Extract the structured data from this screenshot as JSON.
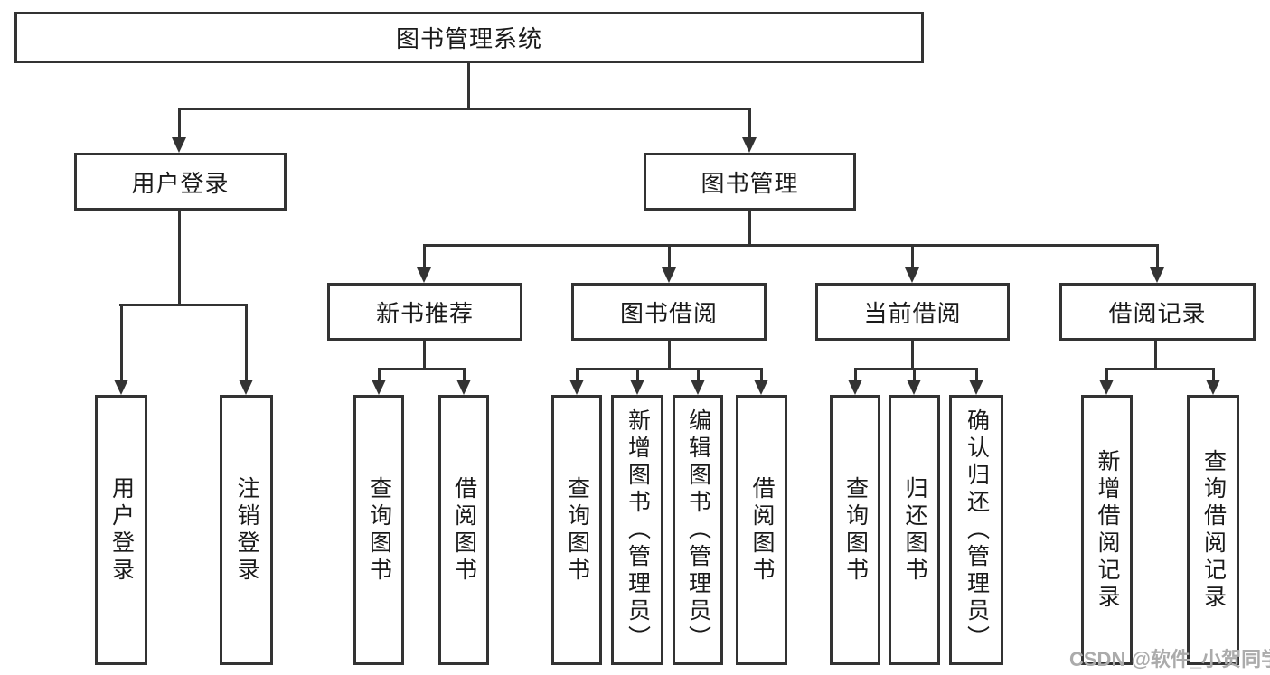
{
  "tree": {
    "root": {
      "label": "图书管理系统"
    },
    "level2": [
      {
        "label": "用户登录",
        "children": [
          {
            "label": "用户登录"
          },
          {
            "label": "注销登录"
          }
        ]
      },
      {
        "label": "图书管理",
        "children": [
          {
            "label": "新书推荐",
            "children": [
              {
                "label": "查询图书"
              },
              {
                "label": "借阅图书"
              }
            ]
          },
          {
            "label": "图书借阅",
            "children": [
              {
                "label": "查询图书"
              },
              {
                "label": "新增图书（管理员）"
              },
              {
                "label": "编辑图书（管理员）"
              },
              {
                "label": "借阅图书"
              }
            ]
          },
          {
            "label": "当前借阅",
            "children": [
              {
                "label": "查询图书"
              },
              {
                "label": "归还图书"
              },
              {
                "label": "确认归还（管理员）"
              }
            ]
          },
          {
            "label": "借阅记录",
            "children": [
              {
                "label": "新增借阅记录"
              },
              {
                "label": "查询借阅记录"
              }
            ]
          }
        ]
      }
    ]
  },
  "watermark": {
    "text": "CSDN @软件_小贺同学"
  },
  "colors": {
    "line": "#333333",
    "text": "#1a1a1a",
    "watermark": "#ababab",
    "background": "#ffffff"
  }
}
